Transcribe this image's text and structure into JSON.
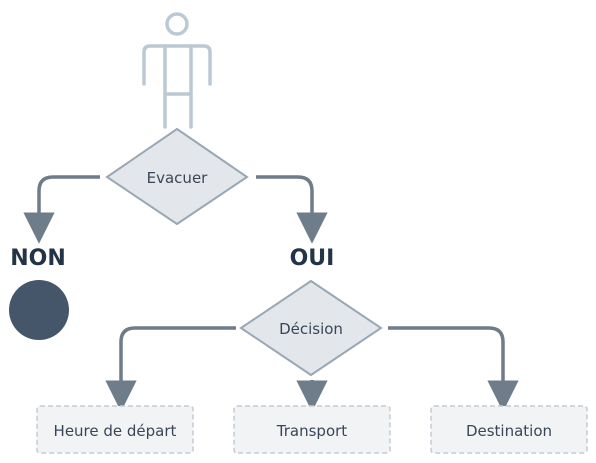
{
  "diagram": {
    "decision_1": "Evacuer",
    "branch_no": "NON",
    "branch_yes": "OUI",
    "decision_2": "Décision",
    "boxes": [
      "Heure de départ",
      "Transport",
      "Destination"
    ]
  },
  "colors": {
    "figure": "#bcc8d3",
    "diamond_fill": "#e3e7eb",
    "diamond_stroke": "#9aa7b4",
    "arrow": "#6f7c89",
    "node_end": "#46566a",
    "box_fill": "#f1f3f5",
    "box_border": "#c4cbd2",
    "label": "#3a4658",
    "branch_label": "#243447"
  }
}
